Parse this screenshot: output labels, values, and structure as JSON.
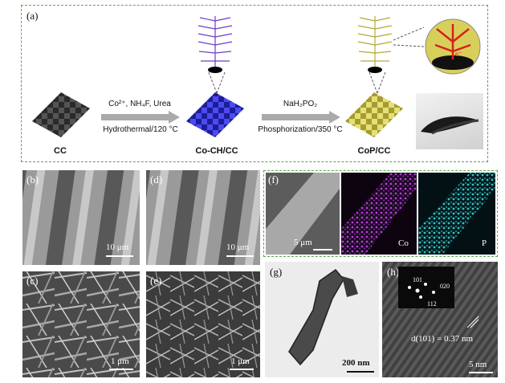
{
  "figure": {
    "panels": {
      "a": "(a)",
      "b": "(b)",
      "c": "(c)",
      "d": "(d)",
      "e": "(e)",
      "f": "(f)",
      "g": "(g)",
      "h": "(h)"
    },
    "schematic": {
      "step1_top": "Co²⁺, NH₄F, Urea",
      "step1_bottom": "Hydrothermal/120 °C",
      "step2_top": "NaH₂PO₂",
      "step2_bottom": "Phosphorization/350 °C",
      "cc": "CC",
      "coch": "Co-CH/CC",
      "cop": "CoP/CC",
      "inset_symbol": "e⁻"
    },
    "scales": {
      "b": "10 μm",
      "c": "1 μm",
      "d": "10 μm",
      "e": "1 μm",
      "f": "5 μm",
      "g": "200 nm",
      "h": "5 nm"
    },
    "maps": {
      "co": "Co",
      "p": "P"
    },
    "hrtem": {
      "d_spacing": "d(101) = 0.37 nm",
      "spot_101": "101",
      "spot_020": "020",
      "spot_112": "112"
    },
    "colors": {
      "frame": "#5aa64a",
      "coch": "#3a3ad8",
      "cop": "#d8cf5a",
      "co_map": "#b43cd2",
      "p_map": "#2fc3c3",
      "arrow": "#d62020"
    }
  }
}
